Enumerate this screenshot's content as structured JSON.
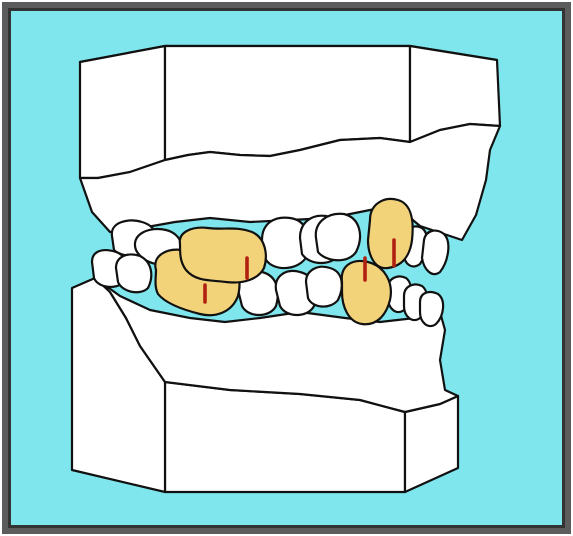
{
  "figure": {
    "colors": {
      "outer_frame": "#5c5c5c",
      "background": "#7ee6ec",
      "cast": "#ffffff",
      "outline": "#111111",
      "highlight_teeth": "#f3d37a",
      "mark": "#b02010"
    },
    "highlighted_teeth": [
      "upper-left-premolar",
      "lower-left-premolar",
      "upper-right-premolar",
      "lower-right-premolar"
    ],
    "marks": [
      "mark-lower-left",
      "mark-upper-left",
      "mark-lower-right",
      "mark-upper-right"
    ]
  }
}
